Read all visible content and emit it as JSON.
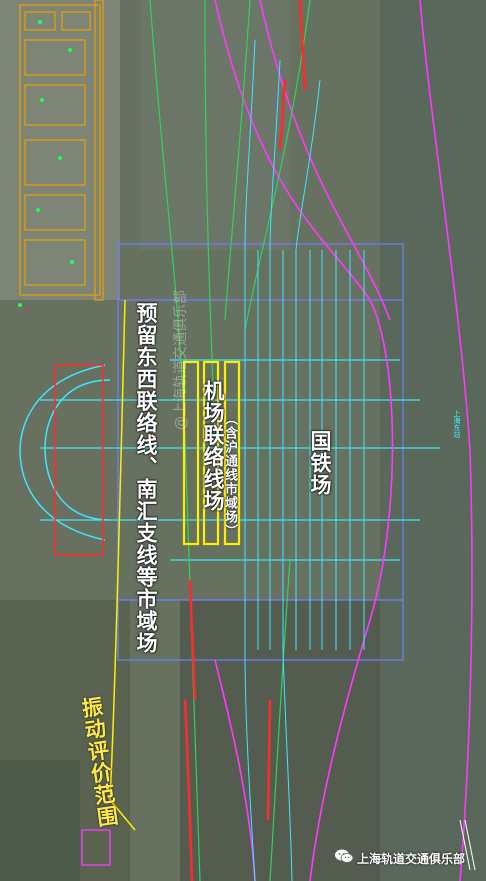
{
  "map": {
    "labels": {
      "reserve_line": "预留东西联络线、南汇支线等市域场",
      "airport_link": "机场联络线场",
      "cross_city": "（含沪通线市域场）",
      "national_rail": "国铁场",
      "vibration_range": "振动评价范围",
      "station_tag": "上海东站"
    },
    "watermark": "@上海轨道交通俱乐部",
    "branding": {
      "account_name": "上海轨道交通俱乐部",
      "logo_icon": "wechat-icon"
    },
    "colors": {
      "track_cyan": "#3ee6ff",
      "track_green": "#2fd35a",
      "boundary_magenta": "#ff39ff",
      "track_red": "#ff2a2a",
      "frame_blue": "#6f7fff",
      "highlight_yellow": "#ffee00",
      "building_orange": "#e8a000"
    }
  }
}
